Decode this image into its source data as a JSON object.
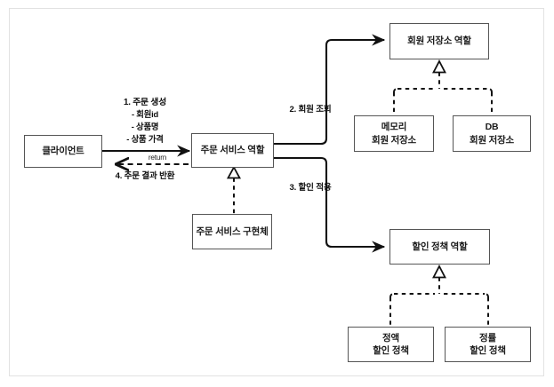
{
  "diagram": {
    "title": "Order service role diagram",
    "frame": {
      "border_color": "#e2e2e2"
    },
    "colors": {
      "box_border": "#555555",
      "box_fill": "#ffffff",
      "line": "#111111",
      "text": "#1a1a1a"
    },
    "nodes": [
      {
        "id": "client",
        "label_line1": "클라이언트",
        "label_line2": ""
      },
      {
        "id": "order-service-role",
        "label_line1": "주문 서비스 역할",
        "label_line2": ""
      },
      {
        "id": "order-service-impl",
        "label_line1": "주문 서비스 구현체",
        "label_line2": ""
      },
      {
        "id": "member-repo-role",
        "label_line1": "회원 저장소 역할",
        "label_line2": ""
      },
      {
        "id": "memory-member-repo",
        "label_line1": "메모리",
        "label_line2": "회원 저장소"
      },
      {
        "id": "db-member-repo",
        "label_line1": "DB",
        "label_line2": "회원 저장소"
      },
      {
        "id": "discount-policy-role",
        "label_line1": "할인 정책 역할",
        "label_line2": ""
      },
      {
        "id": "fix-discount-policy",
        "label_line1": "정액",
        "label_line2": "할인 정책"
      },
      {
        "id": "rate-discount-policy",
        "label_line1": "정률",
        "label_line2": "할인 정책"
      }
    ],
    "messages": {
      "create_order": {
        "head": "1. 주문 생성",
        "items": [
          "- 회원id",
          "- 상품명",
          "- 상품 가격"
        ]
      },
      "return_order": {
        "small": "return",
        "head": "4. 주문 결과 반환"
      },
      "find_member": "2. 회원 조회",
      "apply_discount": "3. 할인 적용"
    }
  }
}
